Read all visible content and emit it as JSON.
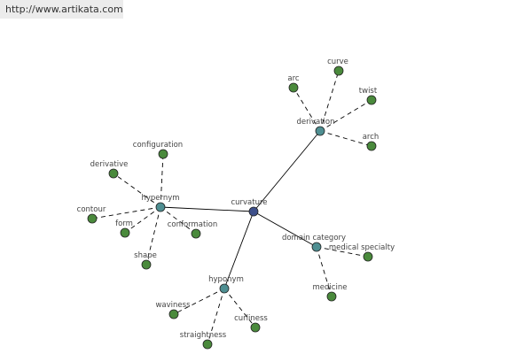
{
  "url": "http://www.artikata.com",
  "colors": {
    "center": "#3d4f8a",
    "category": "#4f8f92",
    "leaf": "#4a8a3c",
    "node_stroke": "#222222",
    "edge": "#000000"
  },
  "nodes": {
    "curvature": {
      "label": "curvature",
      "kind": "center"
    },
    "derivation": {
      "label": "derivation",
      "kind": "category"
    },
    "hypernym": {
      "label": "hypernym",
      "kind": "category"
    },
    "hyponym": {
      "label": "hyponym",
      "kind": "category"
    },
    "domain_category": {
      "label": "domain category",
      "kind": "category"
    },
    "arc": {
      "label": "arc",
      "kind": "leaf"
    },
    "curve": {
      "label": "curve",
      "kind": "leaf"
    },
    "twist": {
      "label": "twist",
      "kind": "leaf"
    },
    "arch": {
      "label": "arch",
      "kind": "leaf"
    },
    "configuration": {
      "label": "configuration",
      "kind": "leaf"
    },
    "derivative": {
      "label": "derivative",
      "kind": "leaf"
    },
    "contour": {
      "label": "contour",
      "kind": "leaf"
    },
    "form": {
      "label": "form",
      "kind": "leaf"
    },
    "conformation": {
      "label": "conformation",
      "kind": "leaf"
    },
    "shape": {
      "label": "shape",
      "kind": "leaf"
    },
    "medical_specialty": {
      "label": "medical specialty",
      "kind": "leaf"
    },
    "medicine": {
      "label": "medicine",
      "kind": "leaf"
    },
    "waviness": {
      "label": "waviness",
      "kind": "leaf"
    },
    "curliness": {
      "label": "curliness",
      "kind": "leaf"
    },
    "straightness": {
      "label": "straightness",
      "kind": "leaf"
    }
  },
  "edges": [
    {
      "from": "curvature",
      "to": "derivation",
      "style": "solid"
    },
    {
      "from": "curvature",
      "to": "hypernym",
      "style": "solid"
    },
    {
      "from": "curvature",
      "to": "hyponym",
      "style": "solid"
    },
    {
      "from": "curvature",
      "to": "domain_category",
      "style": "solid"
    },
    {
      "from": "derivation",
      "to": "arc",
      "style": "dashed"
    },
    {
      "from": "derivation",
      "to": "curve",
      "style": "dashed"
    },
    {
      "from": "derivation",
      "to": "twist",
      "style": "dashed"
    },
    {
      "from": "derivation",
      "to": "arch",
      "style": "dashed"
    },
    {
      "from": "hypernym",
      "to": "configuration",
      "style": "dashed"
    },
    {
      "from": "hypernym",
      "to": "derivative",
      "style": "dashed"
    },
    {
      "from": "hypernym",
      "to": "contour",
      "style": "dashed"
    },
    {
      "from": "hypernym",
      "to": "form",
      "style": "dashed"
    },
    {
      "from": "hypernym",
      "to": "conformation",
      "style": "dashed"
    },
    {
      "from": "hypernym",
      "to": "shape",
      "style": "dashed"
    },
    {
      "from": "domain_category",
      "to": "medical_specialty",
      "style": "dashed"
    },
    {
      "from": "domain_category",
      "to": "medicine",
      "style": "dashed"
    },
    {
      "from": "hyponym",
      "to": "waviness",
      "style": "dashed"
    },
    {
      "from": "hyponym",
      "to": "curliness",
      "style": "dashed"
    },
    {
      "from": "hyponym",
      "to": "straightness",
      "style": "dashed"
    }
  ]
}
